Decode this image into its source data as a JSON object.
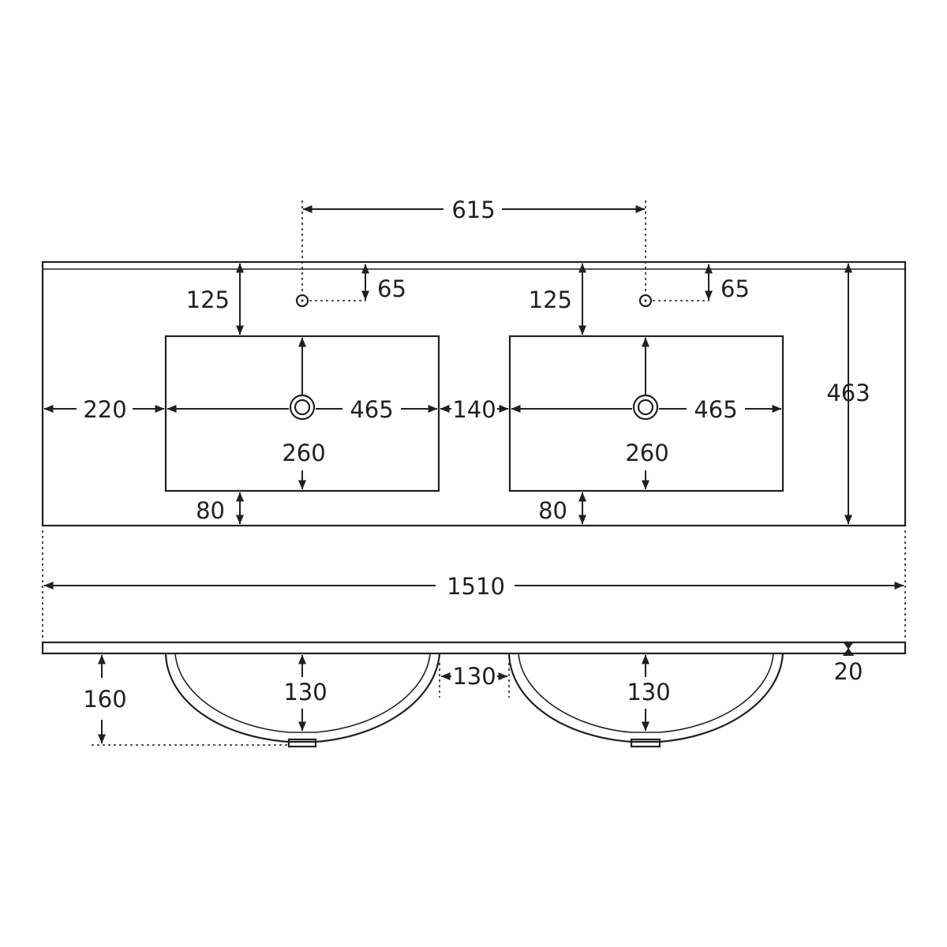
{
  "dimensions": {
    "tap_spacing": "615",
    "left_tap_offset": "65",
    "right_tap_offset": "65",
    "left_top_margin": "125",
    "right_top_margin": "125",
    "left_side_margin": "220",
    "left_basin_width": "465",
    "basin_gap": "140",
    "right_basin_width": "465",
    "left_basin_depth": "260",
    "right_basin_depth": "260",
    "left_bottom_margin": "80",
    "right_bottom_margin": "80",
    "top_depth": "463",
    "overall_width": "1510",
    "left_bowl_height": "130",
    "bowl_gap": "130",
    "right_bowl_height": "130",
    "slab_thickness": "20",
    "total_height": "160"
  },
  "colors": {
    "line": "#231f20",
    "background": "#ffffff"
  }
}
